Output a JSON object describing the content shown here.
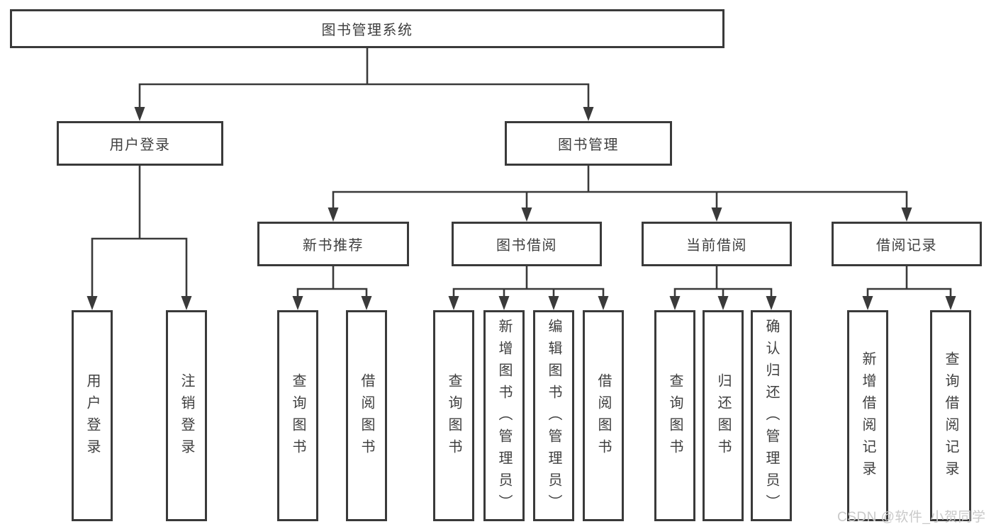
{
  "diagram": {
    "type": "tree",
    "title": "图书管理系统",
    "watermark": "CSDN @软件_小贺同学",
    "colors": {
      "background": "#ffffff",
      "box_fill": "#ffffff",
      "box_border": "#3a3a3a",
      "line": "#3a3a3a",
      "text": "#3f3f3f",
      "watermark": "#c9c9c9"
    },
    "nodes": {
      "root": "图书管理系统",
      "user_login": "用户登录",
      "book_management": "图书管理",
      "new_book_recommend": "新书推荐",
      "book_borrow": "图书借阅",
      "current_borrow": "当前借阅",
      "borrow_records": "借阅记录",
      "leaf_user_login": "用户登录",
      "leaf_logout": "注销登录",
      "leaf_query_books_nb": "查询图书",
      "leaf_borrow_books_nb": "借阅图书",
      "leaf_query_books_bb": "查询图书",
      "leaf_add_books_admin": "新增图书（管理员）",
      "leaf_edit_books_admin": "编辑图书（管理员）",
      "leaf_borrow_books_bb": "借阅图书",
      "leaf_query_books_cb": "查询图书",
      "leaf_return_books": "归还图书",
      "leaf_confirm_return_admin": "确认归还（管理员）",
      "leaf_add_borrow_record": "新增借阅记录",
      "leaf_query_borrow_record": "查询借阅记录"
    },
    "edges": [
      [
        "图书管理系统",
        "用户登录"
      ],
      [
        "图书管理系统",
        "图书管理"
      ],
      [
        "用户登录",
        "用户登录"
      ],
      [
        "用户登录",
        "注销登录"
      ],
      [
        "图书管理",
        "新书推荐"
      ],
      [
        "图书管理",
        "图书借阅"
      ],
      [
        "图书管理",
        "当前借阅"
      ],
      [
        "图书管理",
        "借阅记录"
      ],
      [
        "新书推荐",
        "查询图书"
      ],
      [
        "新书推荐",
        "借阅图书"
      ],
      [
        "图书借阅",
        "查询图书"
      ],
      [
        "图书借阅",
        "新增图书（管理员）"
      ],
      [
        "图书借阅",
        "编辑图书（管理员）"
      ],
      [
        "图书借阅",
        "借阅图书"
      ],
      [
        "当前借阅",
        "查询图书"
      ],
      [
        "当前借阅",
        "归还图书"
      ],
      [
        "当前借阅",
        "确认归还（管理员）"
      ],
      [
        "借阅记录",
        "新增借阅记录"
      ],
      [
        "借阅记录",
        "查询借阅记录"
      ]
    ]
  }
}
